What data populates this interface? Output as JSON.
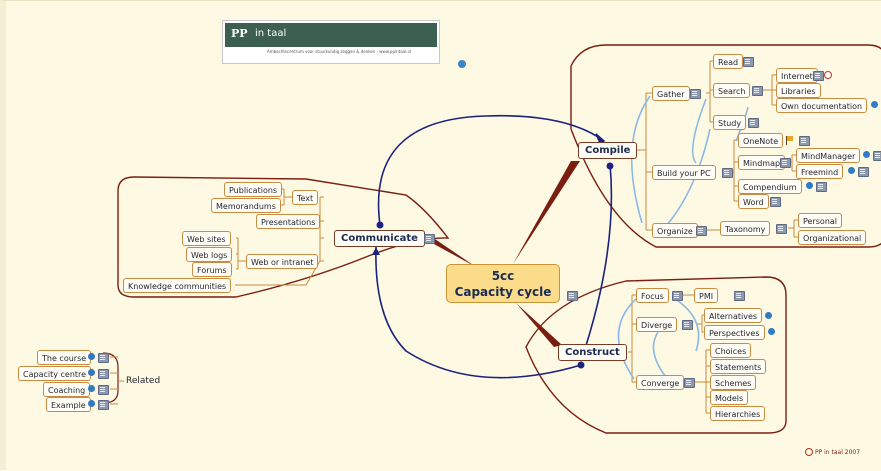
{
  "logo": {
    "brand": "PP",
    "brand_suffix": "in taal",
    "tagline": "Ambachtscentrum voor stuurkundig zeggen & denken · www.ppintaal.nl"
  },
  "center": {
    "line1": "5cc",
    "line2": "Capacity cycle"
  },
  "compile": {
    "label": "Compile",
    "gather": "Gather",
    "read": "Read",
    "search": "Search",
    "internet": "Internet",
    "libraries": "Libraries",
    "own_documentation": "Own documentation",
    "study": "Study",
    "build": "Build your PC",
    "onenote": "OneNote",
    "mindmap": "Mindmap",
    "mindmanager": "MindManager",
    "freemind": "Freemind",
    "compendium": "Compendium",
    "word": "Word",
    "organize": "Organize",
    "taxonomy": "Taxonomy",
    "personal": "Personal",
    "organizational": "Organizational"
  },
  "communicate": {
    "label": "Communicate",
    "publications": "Publications",
    "memorandums": "Memorandums",
    "text": "Text",
    "presentations": "Presentations",
    "web_sites": "Web sites",
    "web_logs": "Web logs",
    "forums": "Forums",
    "web_intranet": "Web or intranet",
    "knowledge": "Knowledge communities"
  },
  "construct": {
    "label": "Construct",
    "focus": "Focus",
    "pmi": "PMI",
    "diverge": "Diverge",
    "alternatives": "Alternatives",
    "perspectives": "Perspectives",
    "converge": "Converge",
    "choices": "Choices",
    "statements": "Statements",
    "schemes": "Schemes",
    "models": "Models",
    "hierarchies": "Hierarchies"
  },
  "related": {
    "label": "Related",
    "course": "The course",
    "capacity_centre": "Capacity centre",
    "coaching": "Coaching",
    "example": "Example"
  },
  "copyright": "PP in taal 2007",
  "colors": {
    "background": "#fdf9e3",
    "boundary": "#7a1e12",
    "cycle_arrow": "#1a237e",
    "inner_link": "#8ab9e6",
    "node_border": "#c98b3f",
    "center_fill": "#fbdc8a"
  },
  "icons": [
    "note-icon",
    "link-icon",
    "flag-icon",
    "globe-icon",
    "arrow-icon"
  ]
}
